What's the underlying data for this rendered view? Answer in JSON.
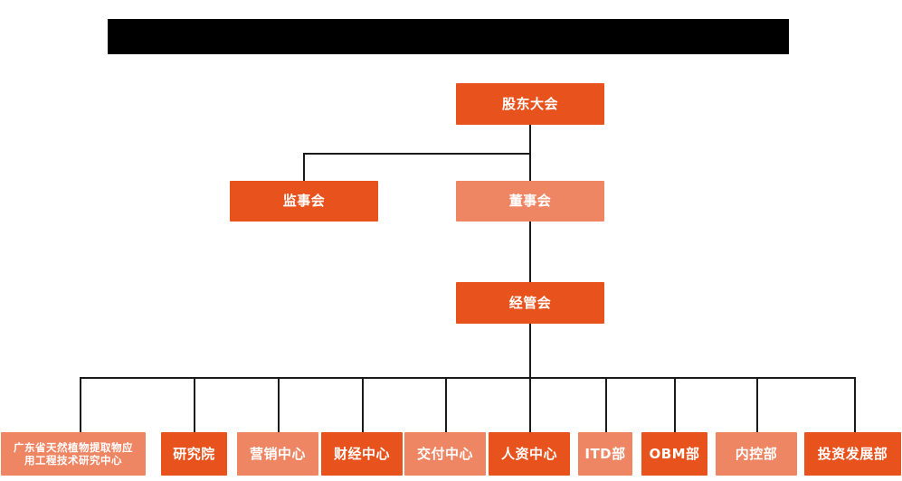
{
  "chart": {
    "title_bar": {
      "name": "redacted-title-bar",
      "text": ""
    },
    "type": "org-chart",
    "colors": {
      "accent_strong": "#E8521C",
      "accent_light": "#EE8563",
      "line": "#1a1a1a",
      "label_text": "#ffffff",
      "background": "#ffffff",
      "redaction": "#000000"
    },
    "levels": [
      {
        "level": 1,
        "nodes": [
          {
            "id": "shareholders",
            "label": "股东大会",
            "fill": "strong"
          }
        ]
      },
      {
        "level": 2,
        "nodes": [
          {
            "id": "supervisors",
            "label": "监事会",
            "fill": "strong"
          },
          {
            "id": "directors",
            "label": "董事会",
            "fill": "light"
          }
        ]
      },
      {
        "level": 3,
        "nodes": [
          {
            "id": "management-committee",
            "label": "经管会",
            "fill": "strong"
          }
        ]
      },
      {
        "level": 4,
        "nodes": [
          {
            "id": "gd-research-center",
            "label": "广东省天然植物提取物应\n用工程技术研究中心",
            "fill": "light"
          },
          {
            "id": "research-institute",
            "label": "研究院",
            "fill": "strong"
          },
          {
            "id": "marketing-center",
            "label": "营销中心",
            "fill": "light"
          },
          {
            "id": "finance-center",
            "label": "财经中心",
            "fill": "strong"
          },
          {
            "id": "delivery-center",
            "label": "交付中心",
            "fill": "light"
          },
          {
            "id": "hr-center",
            "label": "人资中心",
            "fill": "strong"
          },
          {
            "id": "itd-dept",
            "label": "ITD部",
            "fill": "light"
          },
          {
            "id": "obm-dept",
            "label": "OBM部",
            "fill": "strong"
          },
          {
            "id": "internal-control-dept",
            "label": "内控部",
            "fill": "light"
          },
          {
            "id": "investment-dev-dept",
            "label": "投资发展部",
            "fill": "strong"
          }
        ]
      }
    ]
  }
}
